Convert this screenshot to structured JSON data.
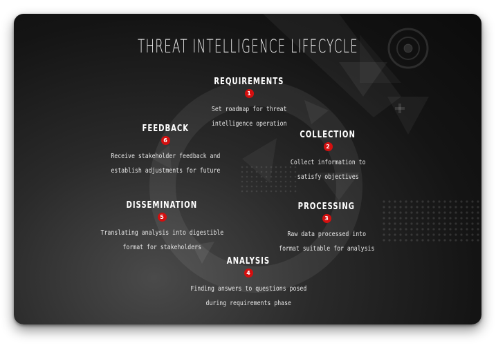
{
  "title": "THREAT INTELLIGENCE LIFECYCLE",
  "accent_color": "#d40f0f",
  "steps": [
    {
      "name": "REQUIREMENTS",
      "number": "1",
      "desc_line1": "Set roadmap for threat",
      "desc_line2": "intelligence operation"
    },
    {
      "name": "COLLECTION",
      "number": "2",
      "desc_line1": "Collect information to",
      "desc_line2": "satisfy objectives"
    },
    {
      "name": "PROCESSING",
      "number": "3",
      "desc_line1": "Raw data processed into",
      "desc_line2": "format suitable for analysis"
    },
    {
      "name": "ANALYSIS",
      "number": "4",
      "desc_line1": "Finding answers to questions posed",
      "desc_line2": "during requirements phase"
    },
    {
      "name": "DISSEMINATION",
      "number": "5",
      "desc_line1": "Translating analysis into digestible",
      "desc_line2": "format for stakeholders"
    },
    {
      "name": "FEEDBACK",
      "number": "6",
      "desc_line1": "Receive stakeholder feedback and",
      "desc_line2": "establish adjustments for future"
    }
  ]
}
